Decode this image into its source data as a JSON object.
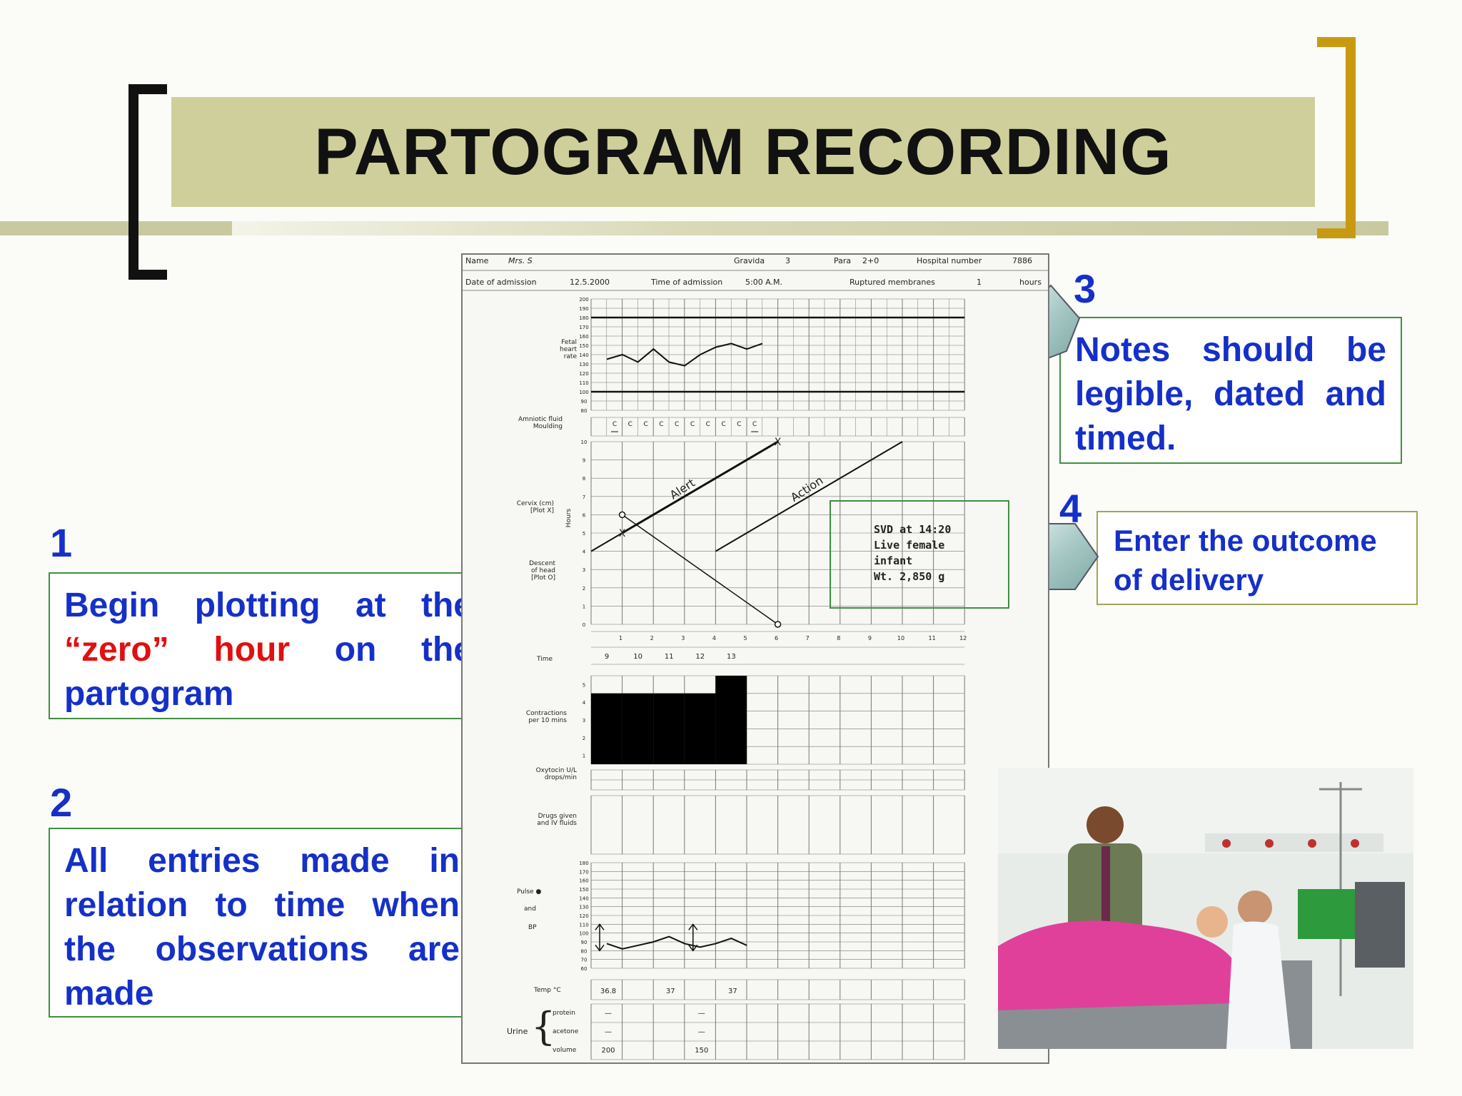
{
  "title": "PARTOGRAM RECORDING",
  "callouts": [
    {
      "number": "1",
      "parts": [
        {
          "text": "Begin plotting at the ",
          "color": "#1530c8"
        },
        {
          "text": "“zero” hour",
          "color": "#e01010"
        },
        {
          "text": " on the partogram",
          "color": "#1530c8"
        }
      ]
    },
    {
      "number": "2",
      "text": "All entries made in relation to time when the observations are made"
    },
    {
      "number": "3",
      "text": "Notes should be legible, dated and timed."
    },
    {
      "number": "4",
      "text": "Enter the outcome of delivery"
    }
  ],
  "partogram": {
    "header": {
      "name_label": "Name",
      "name_value": "Mrs. S",
      "gravida_label": "Gravida",
      "gravida_value": "3",
      "para_label": "Para",
      "para_value": "2+0",
      "hospital_label": "Hospital number",
      "hospital_value": "7886",
      "admission_date_label": "Date of admission",
      "admission_date_value": "12.5.2000",
      "admission_time_label": "Time of admission",
      "admission_time_value": "5:00 A.M.",
      "ruptured_label": "Ruptured membranes",
      "ruptured_value": "1",
      "hours_label": "hours"
    },
    "fhr_label": [
      "Fetal",
      "heart",
      "rate"
    ],
    "fhr_ticks": [
      "200",
      "190",
      "180",
      "170",
      "160",
      "150",
      "140",
      "130",
      "120",
      "110",
      "100",
      "90",
      "80"
    ],
    "fhr_values": [
      135,
      140,
      132,
      146,
      132,
      128,
      140,
      148,
      152,
      146,
      152
    ],
    "amniotic_label": [
      "Amniotic fluid",
      "Moulding"
    ],
    "amniotic_values": [
      "C",
      "C",
      "C",
      "C",
      "C",
      "C",
      "C",
      "C",
      "C",
      "C"
    ],
    "cervix_label": [
      "Cervix (cm)",
      "[Plot X]"
    ],
    "descent_label": [
      "Descent",
      "of head",
      "[Plot O]"
    ],
    "cervix_ticks": [
      "10",
      "9",
      "8",
      "7",
      "6",
      "5",
      "4",
      "3",
      "2",
      "1",
      "0"
    ],
    "hours_axis_label": "Hours",
    "hours": [
      "1",
      "2",
      "3",
      "4",
      "5",
      "6",
      "7",
      "8",
      "9",
      "10",
      "11",
      "12"
    ],
    "time_label": "Time",
    "times": [
      "9",
      "10",
      "11",
      "12",
      "13"
    ],
    "alert_label": "Alert",
    "action_label": "Action",
    "cervix_values": [
      {
        "hour": 1,
        "cm": 5
      },
      {
        "hour": 6,
        "cm": 10
      }
    ],
    "descent_values": [
      {
        "hour": 1,
        "fifths": 3
      },
      {
        "hour": 6,
        "fifths": 0
      }
    ],
    "outcome": [
      "SVD at 14:20",
      "Live female",
      "infant",
      "Wt. 2,850 g"
    ],
    "contractions_label": [
      "Contractions",
      "per 10 mins"
    ],
    "contraction_ticks": [
      "5",
      "4",
      "3",
      "2",
      "1"
    ],
    "contractions": [
      4,
      4,
      4,
      4,
      5
    ],
    "oxytocin_label": [
      "Oxytocin U/L",
      "drops/min"
    ],
    "drugs_label": [
      "Drugs given",
      "and IV fluids"
    ],
    "pulse_label": "Pulse ●",
    "and_label": "and",
    "bp_label": "BP",
    "pulse_ticks": [
      "180",
      "170",
      "160",
      "150",
      "140",
      "130",
      "120",
      "110",
      "100",
      "90",
      "80",
      "70",
      "60"
    ],
    "pulse_values": [
      88,
      82,
      86,
      90,
      96,
      88,
      84,
      88,
      94,
      86
    ],
    "bp_values": [
      {
        "hour": 1,
        "systolic": 110,
        "diastolic": 80
      },
      {
        "hour": 4,
        "systolic": 110,
        "diastolic": 80
      }
    ],
    "temp_label": "Temp °C",
    "temps": [
      "36.8",
      "37",
      "37"
    ],
    "urine_label": "Urine",
    "urine_rows": [
      "protein",
      "acetone",
      "volume"
    ],
    "urine_values": [
      "—",
      "—",
      "200",
      "—",
      "—",
      "150"
    ]
  },
  "colors": {
    "title_band": "#cfcf9c",
    "callout_text": "#1530c8",
    "highlight": "#e01010",
    "bracket_gold": "#c89a12",
    "border_green": "#3f8f3f"
  }
}
